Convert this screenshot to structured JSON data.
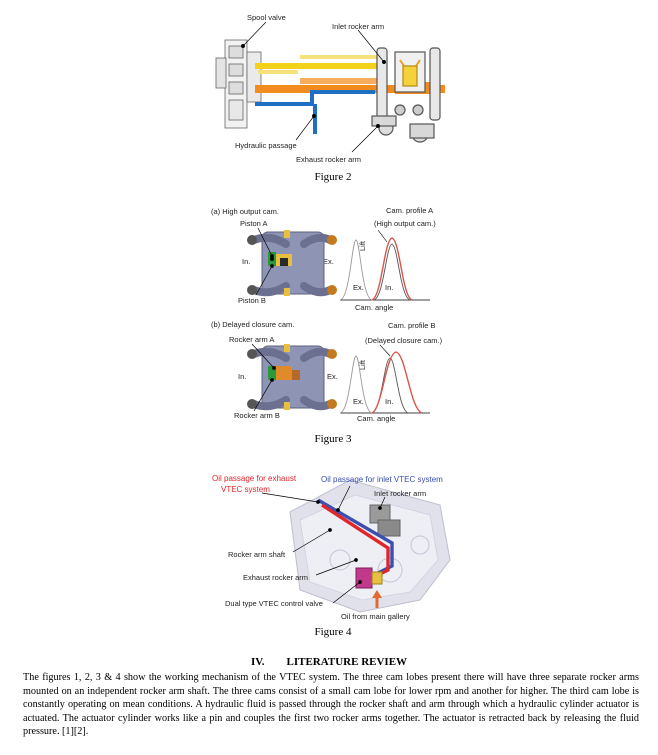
{
  "figure2": {
    "caption": "Figure 2",
    "labels": {
      "spool_valve": "Spool valve",
      "inlet_rocker_arm": "Inlet rocker arm",
      "hydraulic_passage": "Hydraulic passage",
      "exhaust_rocker_arm": "Exhaust rocker arm"
    }
  },
  "figure3": {
    "caption": "Figure 3",
    "panel_a": {
      "title": "(a) High output cam.",
      "piston_a": "Piston A",
      "piston_b": "Piston B",
      "in": "In.",
      "ex": "Ex.",
      "profile_title": "Cam. profile A",
      "profile_subtitle": "(High output cam.)",
      "lift": "Lift",
      "ex_curve": "Ex.",
      "in_curve": "In.",
      "xlabel": "Cam. angle"
    },
    "panel_b": {
      "title": "(b) Delayed closure cam.",
      "rocker_a": "Rocker arm A",
      "rocker_b": "Rocker arm B",
      "in": "In.",
      "ex": "Ex.",
      "profile_title": "Cam. profile B",
      "profile_subtitle": "(Delayed closure cam.)",
      "lift": "Lift",
      "ex_curve": "Ex.",
      "in_curve": "In.",
      "xlabel": "Cam. angle"
    }
  },
  "figure4": {
    "caption": "Figure 4",
    "labels": {
      "oil_exhaust_1": "Oil passage for exhaust",
      "oil_exhaust_2": "VTEC system",
      "oil_inlet": "Oil passage for inlet VTEC system",
      "inlet_rocker_arm": "Inlet rocker arm",
      "rocker_arm_shaft": "Rocker arm shaft",
      "exhaust_rocker_arm": "Exhaust rocker arm",
      "control_valve": "Dual type VTEC control valve",
      "main_gallery": "Oil from main gallery"
    },
    "colors": {
      "exhaust": "#e0262b",
      "inlet": "#3a4fb0"
    }
  },
  "section": {
    "number": "IV.",
    "title": "LITERATURE REVIEW",
    "paragraph": "The figures 1, 2, 3 & 4 show the working mechanism of the VTEC system. The three cam lobes present there will have three separate rocker arms mounted on an independent rocker arm shaft. The three cams consist of a small cam lobe for lower rpm and another for higher. The third cam lobe is constantly operating on mean conditions. A hydraulic fluid is passed through the rocker shaft and arm through which a hydraulic cylinder actuator is actuated. The actuator cylinder works like a pin and couples the first two rocker arms together.  The actuator is retracted back by releasing the fluid pressure. [1][2]."
  }
}
